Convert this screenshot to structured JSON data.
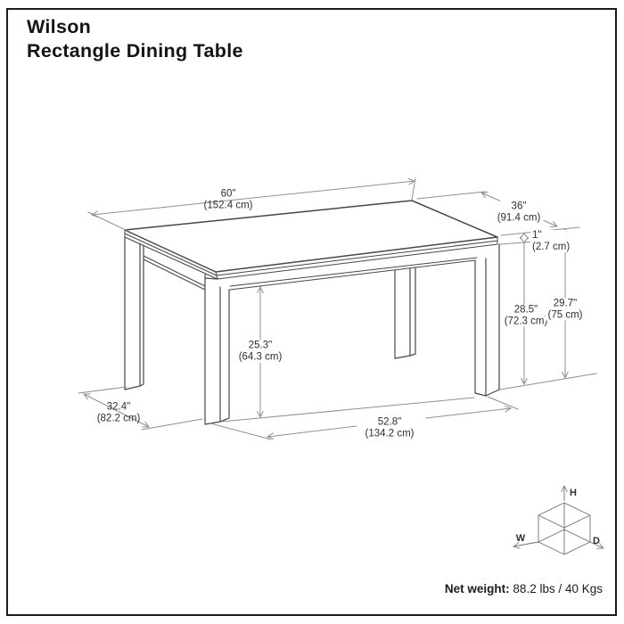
{
  "header": {
    "line1": "Wilson",
    "line2": "Rectangle Dining Table"
  },
  "footer": {
    "net_weight_label": "Net weight:",
    "net_weight_value": " 88.2 lbs / 40 Kgs"
  },
  "dimensions": {
    "length": {
      "inches": "60\"",
      "cm": "(152.4 cm)"
    },
    "depth": {
      "inches": "36\"",
      "cm": "(91.4 cm)"
    },
    "top_thickness": {
      "inches": "1''",
      "cm": "(2.7 cm)"
    },
    "clearance": {
      "inches": "25.3\"",
      "cm": "(64.3 cm)"
    },
    "underside_height": {
      "inches": "28.5\"",
      "cm": "(72.3 cm)"
    },
    "overall_height": {
      "inches": "29.7\"",
      "cm": "(75 cm)"
    },
    "base_depth": {
      "inches": "32.4\"",
      "cm": "(82.2 cm)"
    },
    "base_length": {
      "inches": "52.8\"",
      "cm": "(134.2 cm)"
    }
  },
  "axis_cube": {
    "width_label": "W",
    "depth_label": "D",
    "height_label": "H"
  },
  "colors": {
    "table_line": "#474747",
    "dimension_line": "#8f8f8f",
    "text": "#2e2e2e"
  }
}
